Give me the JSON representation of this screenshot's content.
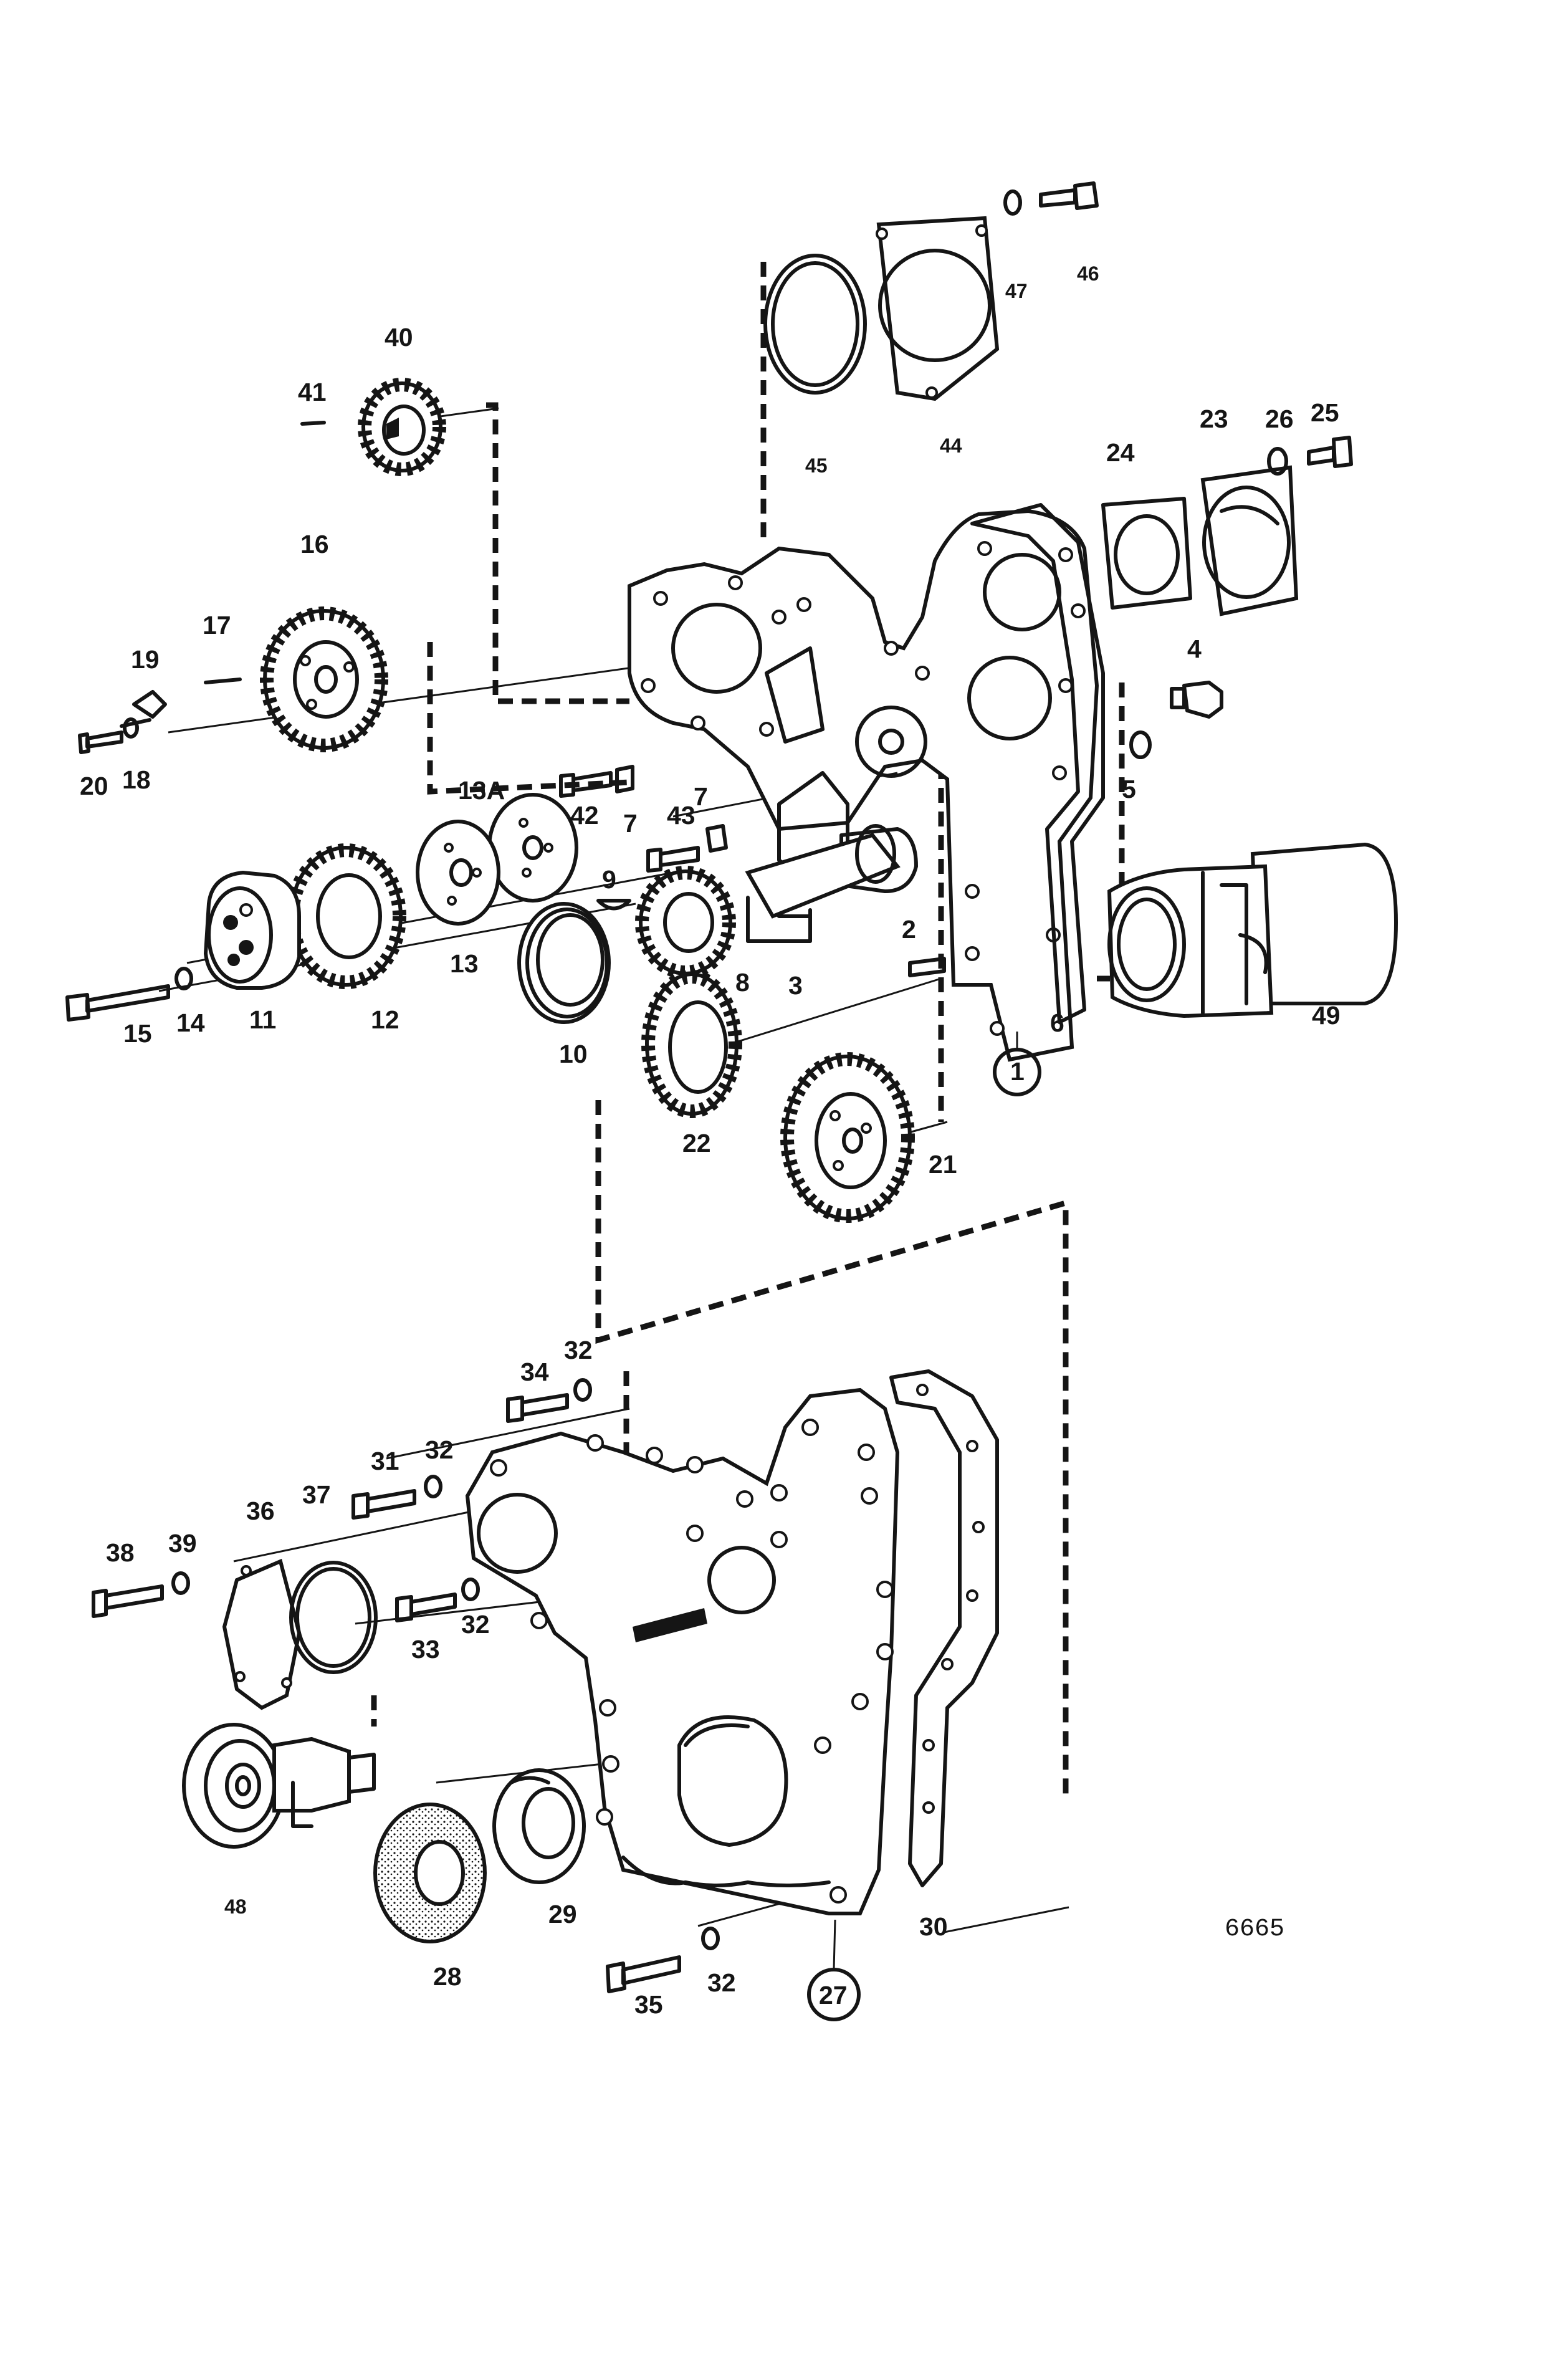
{
  "drawing_ref": "6665",
  "labels": {
    "p1": "1",
    "p2": "2",
    "p3": "3",
    "p4": "4",
    "p5": "5",
    "p6": "6",
    "p7a": "7",
    "p7b": "7",
    "p8": "8",
    "p9": "9",
    "p10": "10",
    "p11": "11",
    "p12": "12",
    "p13": "13",
    "p13a": "13A",
    "p14": "14",
    "p15": "15",
    "p16": "16",
    "p17": "17",
    "p18": "18",
    "p19": "19",
    "p20": "20",
    "p21": "21",
    "p22": "22",
    "p23": "23",
    "p24": "24",
    "p25": "25",
    "p26": "26",
    "p27": "27",
    "p28": "28",
    "p29": "29",
    "p30": "30",
    "p31": "31",
    "p32a": "32",
    "p32b": "32",
    "p32c": "32",
    "p32d": "32",
    "p33": "33",
    "p34": "34",
    "p35": "35",
    "p36": "36",
    "p37": "37",
    "p38": "38",
    "p39": "39",
    "p40": "40",
    "p41": "41",
    "p42": "42",
    "p43": "43",
    "p44": "44",
    "p45": "45",
    "p46": "46",
    "p47": "47",
    "p48": "48",
    "p49": "49"
  }
}
